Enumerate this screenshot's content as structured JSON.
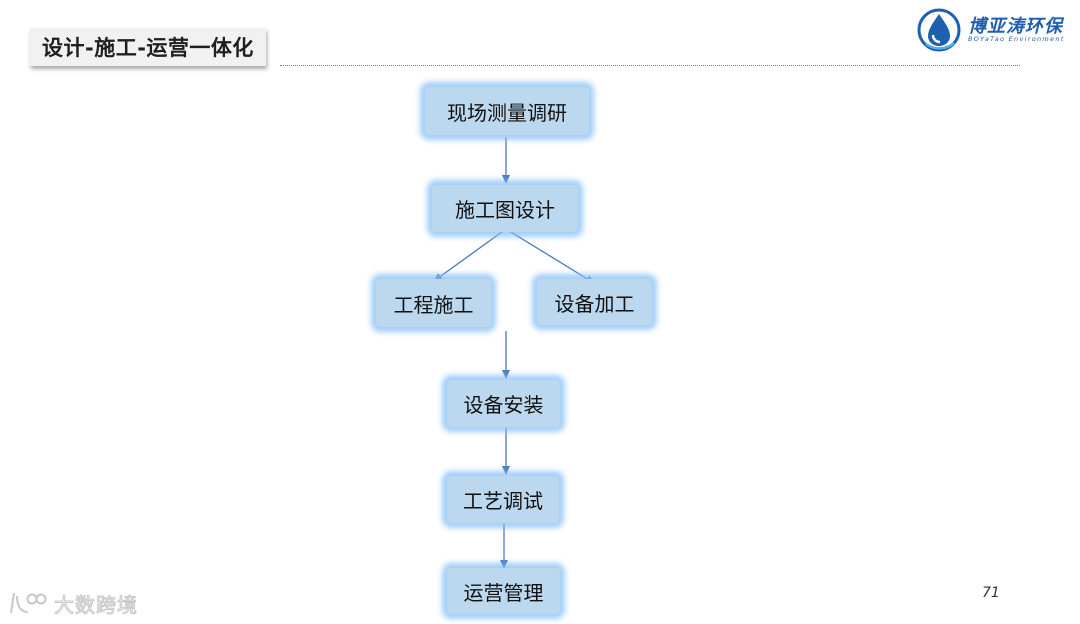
{
  "slide": {
    "title": "设计-施工-运营一体化",
    "page_number": "71"
  },
  "logo": {
    "name": "博亚涛环保",
    "subtitle": "BOYaTao Environment",
    "brand_color": "#1e5fb0"
  },
  "flowchart": {
    "node_color": "#bcd8ee",
    "glow_color": "#82bef5",
    "connector_color": "#4a78c0",
    "nodes": {
      "survey": "现场测量调研",
      "design": "施工图设计",
      "construction": "工程施工",
      "fabrication": "设备加工",
      "installation": "设备安装",
      "commissioning": "工艺调试",
      "operation": "运营管理"
    }
  },
  "watermark": {
    "text": "大数跨境"
  }
}
